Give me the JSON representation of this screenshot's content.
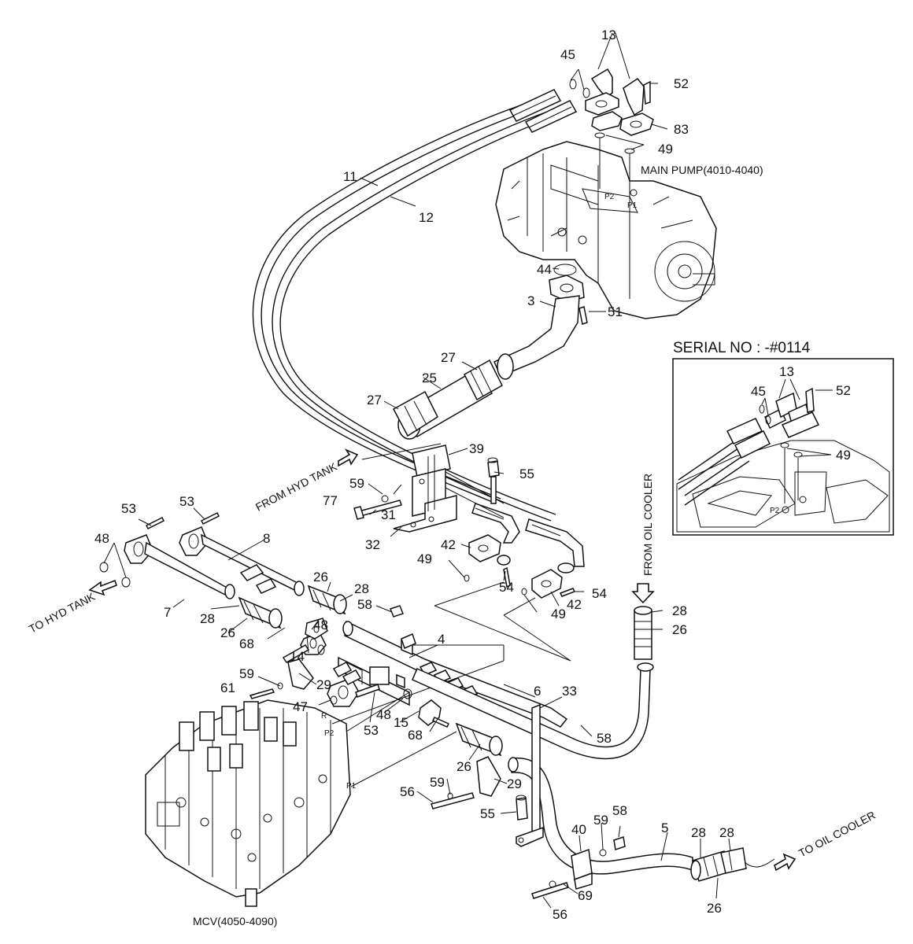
{
  "captions": {
    "main_pump": "MAIN PUMP(4010-4040)",
    "mcv": "MCV(4050-4090)",
    "serial": "SERIAL NO : -#0114",
    "from_hyd_tank": "FROM HYD TANK",
    "to_hyd_tank": "TO HYD TANK",
    "from_oil_cooler": "FROM OIL COOLER",
    "to_oil_cooler": "TO OIL COOLER"
  },
  "ports": {
    "pump_p1": "P1",
    "pump_p2": "P2",
    "mcv_p1": "P1",
    "mcv_p2": "P2",
    "mcv_r": "R",
    "inset_p2": "P2"
  },
  "labels": {
    "l13": "13",
    "l45": "45",
    "l52": "52",
    "l83": "83",
    "l49a": "49",
    "l11": "11",
    "l12": "12",
    "l44": "44",
    "l3": "3",
    "l51": "51",
    "l27a": "27",
    "l25": "25",
    "l27b": "27",
    "l39": "39",
    "l55a": "55",
    "l59a": "59",
    "l77": "77",
    "l31": "31",
    "l32": "32",
    "l53a": "53",
    "l53b": "53",
    "l48a": "48",
    "l8": "8",
    "l7": "7",
    "l42a": "42",
    "l49b": "49",
    "l54a": "54",
    "l54b": "54",
    "l42b": "42",
    "l49c": "49",
    "l26a": "26",
    "l28a": "28",
    "l28b": "28",
    "l26b": "26",
    "l68a": "68",
    "l58a": "58",
    "l48b": "48",
    "l14": "14",
    "l4": "4",
    "l59b": "59",
    "l29a": "29",
    "l61": "61",
    "l47": "47",
    "l53c": "53",
    "l48c": "48",
    "l15": "15",
    "l68b": "68",
    "l6": "6",
    "l33": "33",
    "l58b": "58",
    "l28c": "28",
    "l26c": "26",
    "l26d": "26",
    "l29b": "29",
    "l59c": "59",
    "l56a": "56",
    "l55b": "55",
    "l40": "40",
    "l59d": "59",
    "l58c": "58",
    "l5": "5",
    "l28d": "28",
    "l28e": "28",
    "l26e": "26",
    "l69": "69",
    "l56b": "56",
    "i13": "13",
    "i45": "45",
    "i52": "52",
    "i49": "49"
  }
}
